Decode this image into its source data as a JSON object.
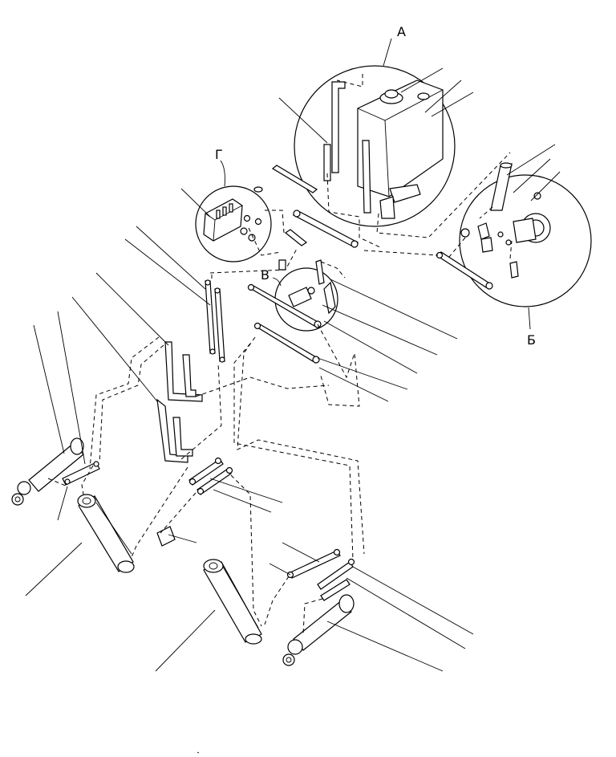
{
  "callouts": {
    "a": "А",
    "b": "Б",
    "v": "В",
    "g": "Г"
  },
  "colors": {
    "line": "#000000",
    "background": "#ffffff"
  }
}
